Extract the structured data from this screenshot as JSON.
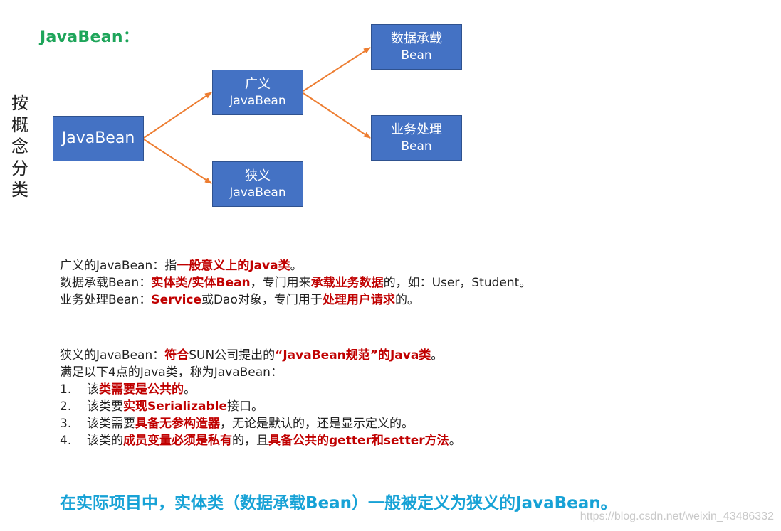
{
  "title": "JavaBean：",
  "vertical_label": "按概念分类",
  "nodes": {
    "root": {
      "line1": "JavaBean"
    },
    "broad": {
      "line1": "广义",
      "line2": "JavaBean"
    },
    "narrow": {
      "line1": "狭义",
      "line2": "JavaBean"
    },
    "data_bean": {
      "line1": "数据承载",
      "line2": "Bean"
    },
    "service_bean": {
      "line1": "业务处理",
      "line2": "Bean"
    }
  },
  "colors": {
    "title": "#1ea55a",
    "box_fill": "#4472c4",
    "box_border": "#2f528f",
    "arrow": "#ed7d31",
    "highlight": "#c00000",
    "summary": "#17a2d6"
  },
  "notes_broad": [
    {
      "segments": [
        {
          "t": "广义的JavaBean：指"
        },
        {
          "t": "一般意义上的Java类",
          "hl": true
        },
        {
          "t": "。"
        }
      ]
    },
    {
      "segments": [
        {
          "t": "数据承载Bean："
        },
        {
          "t": "实体类/实体Bean",
          "hl": true
        },
        {
          "t": "，专门用来"
        },
        {
          "t": "承载业务数据",
          "hl": true
        },
        {
          "t": "的，如：User，Student。"
        }
      ]
    },
    {
      "segments": [
        {
          "t": "业务处理Bean："
        },
        {
          "t": "Service",
          "hl": true
        },
        {
          "t": "或Dao对象，专门用于"
        },
        {
          "t": "处理用户请求",
          "hl": true
        },
        {
          "t": "的。"
        }
      ]
    }
  ],
  "notes_narrow": [
    {
      "segments": [
        {
          "t": "狭义的JavaBean："
        },
        {
          "t": "符合",
          "hl": true
        },
        {
          "t": "SUN公司提出的"
        },
        {
          "t": "“JavaBean规范”的Java类",
          "hl": true
        },
        {
          "t": "。"
        }
      ]
    },
    {
      "segments": [
        {
          "t": "满足以下4点的Java类，称为JavaBean："
        }
      ]
    },
    {
      "num": "1.",
      "segments": [
        {
          "t": "该"
        },
        {
          "t": "类需要是公共的",
          "hl": true
        },
        {
          "t": "。"
        }
      ]
    },
    {
      "num": "2.",
      "segments": [
        {
          "t": "该类要"
        },
        {
          "t": "实现Serializable",
          "hl": true
        },
        {
          "t": "接口。"
        }
      ]
    },
    {
      "num": "3.",
      "segments": [
        {
          "t": "该类需要"
        },
        {
          "t": "具备无参构造器",
          "hl": true
        },
        {
          "t": "，无论是默认的，还是显示定义的。"
        }
      ]
    },
    {
      "num": "4.",
      "segments": [
        {
          "t": "该类的"
        },
        {
          "t": "成员变量必须是私有",
          "hl": true
        },
        {
          "t": "的，且"
        },
        {
          "t": "具备公共的getter和setter方法",
          "hl": true
        },
        {
          "t": "。"
        }
      ]
    }
  ],
  "summary": "在实际项目中，实体类（数据承载Bean）一般被定义为狭义的JavaBean。",
  "watermark": "https://blog.csdn.net/weixin_43486332"
}
